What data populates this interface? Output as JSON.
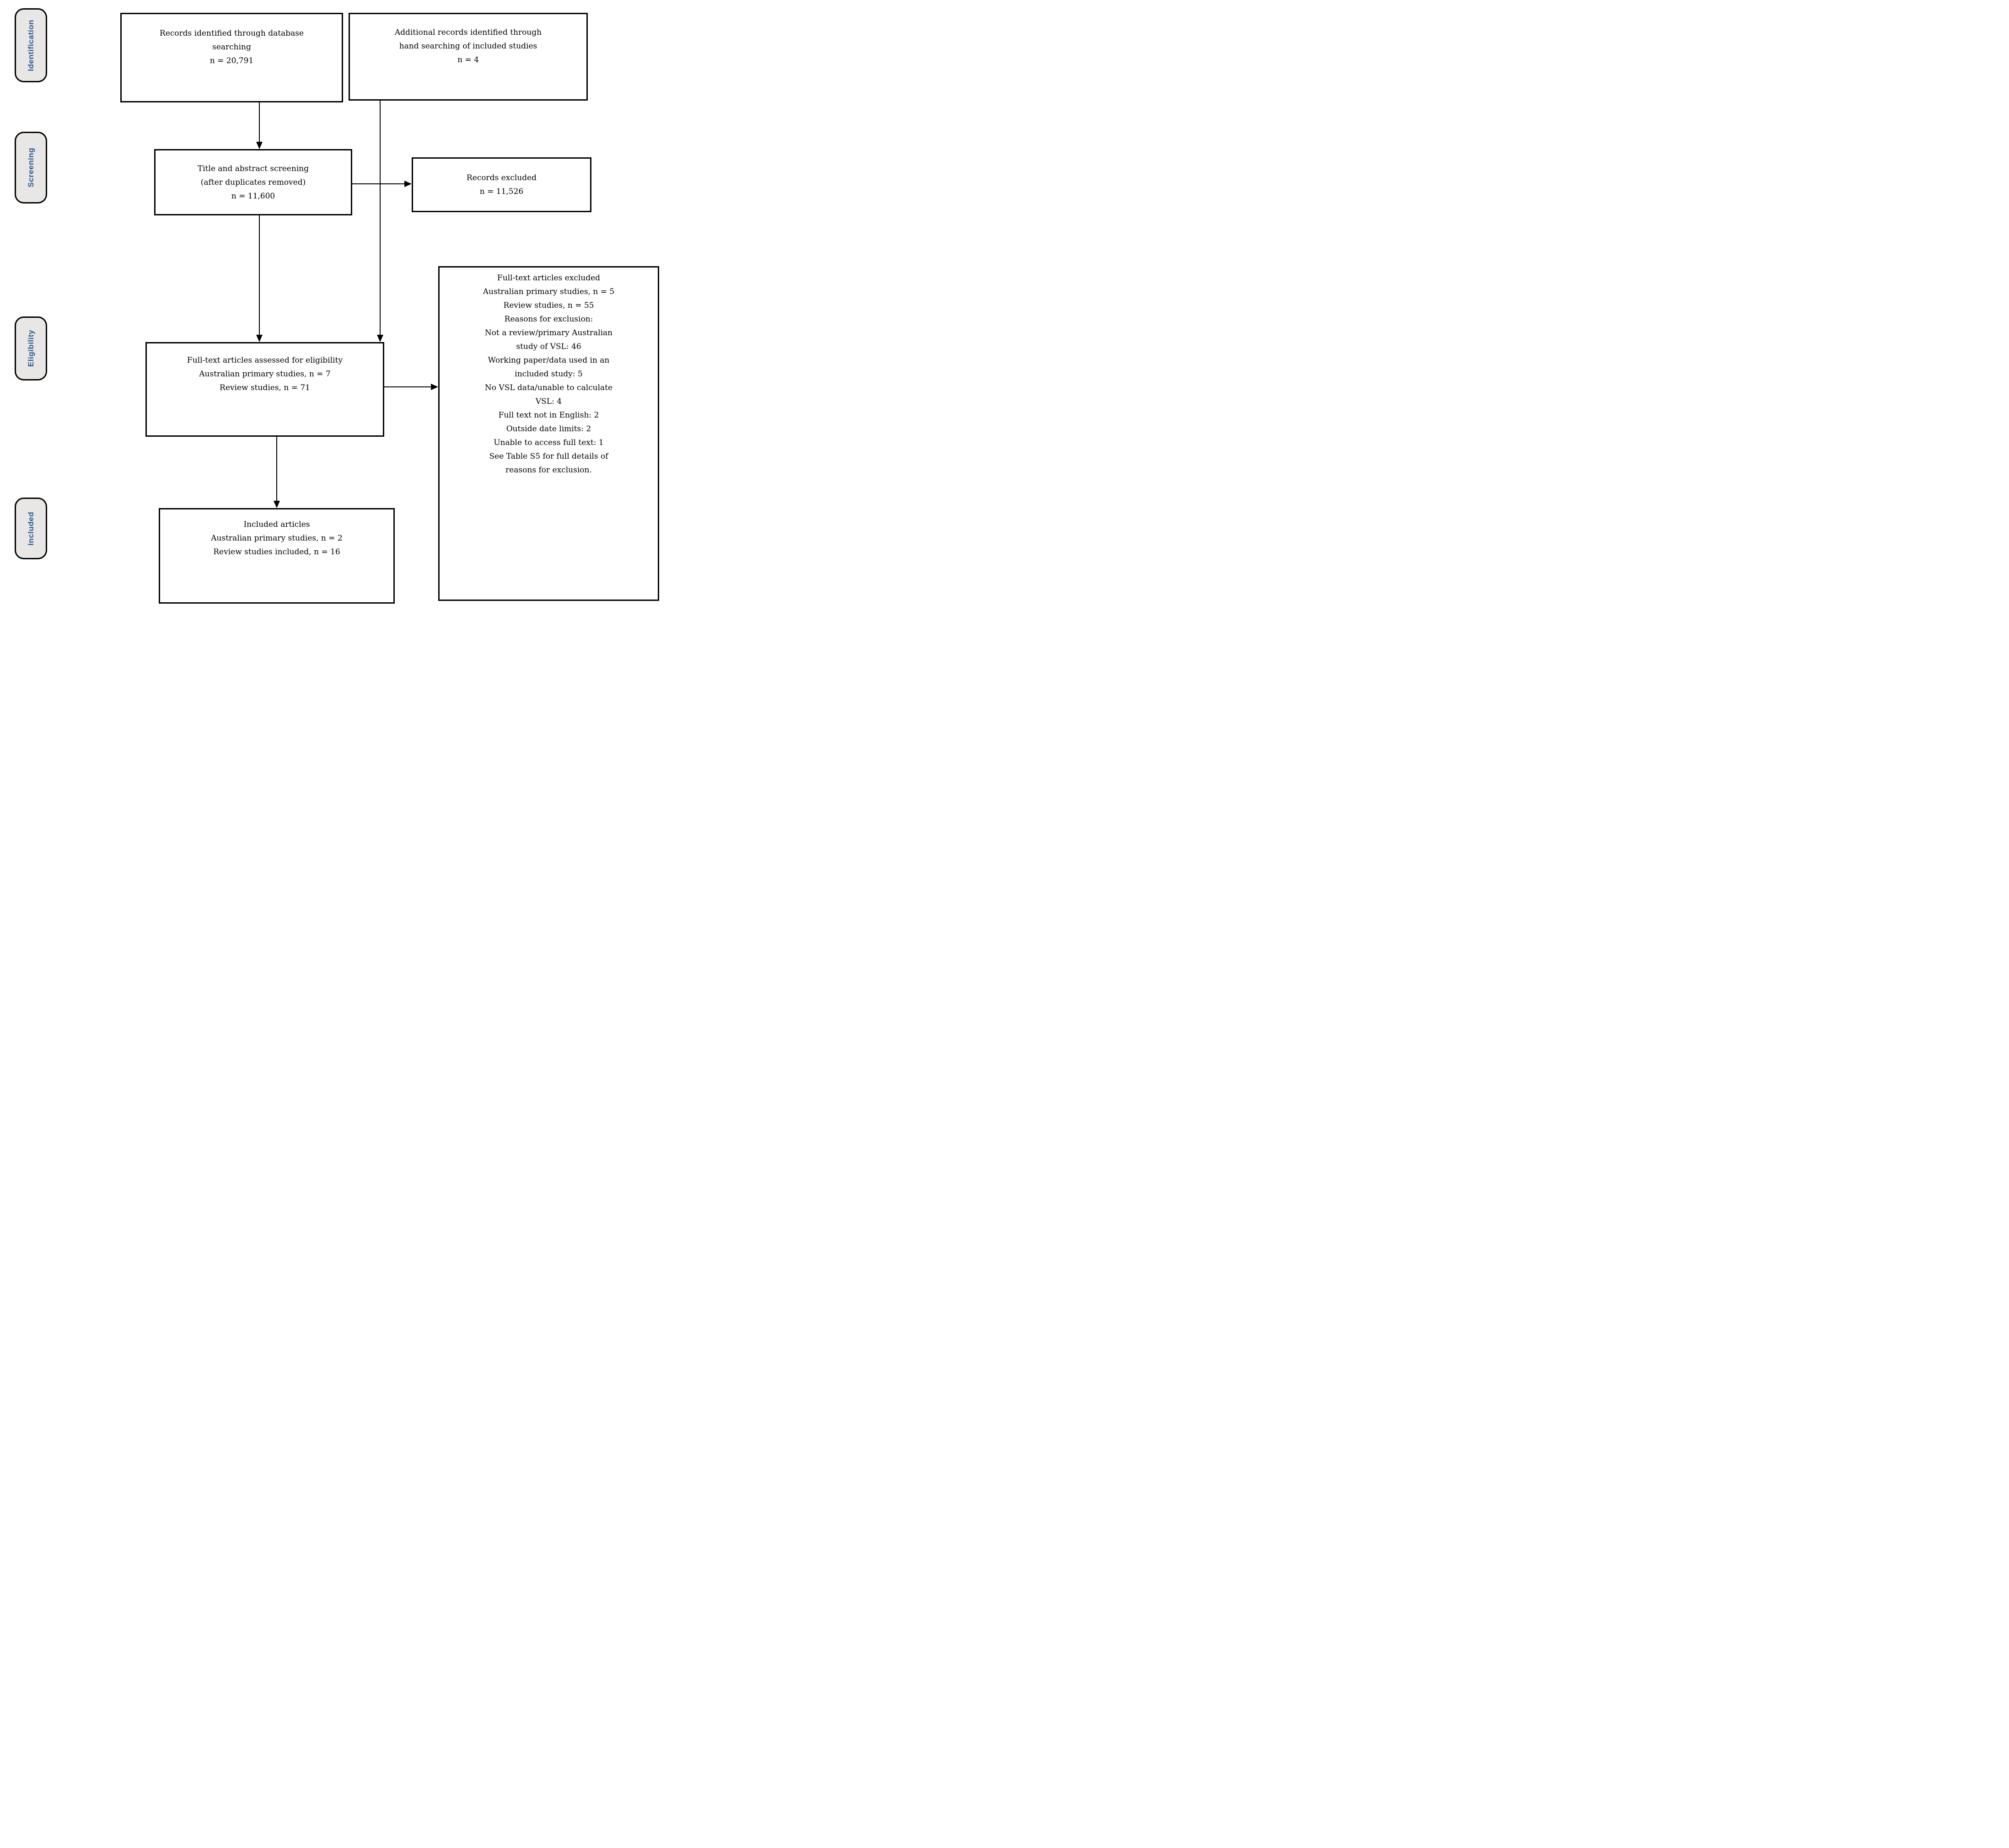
{
  "diagram": {
    "type": "PRISMA flow diagram",
    "colors": {
      "stage_label_text": "#2b5d94",
      "stage_label_bg": "#e8e7e5",
      "box_border": "#000000",
      "box_bg": "#ffffff"
    },
    "stages": [
      {
        "id": "identification",
        "label": "Identification"
      },
      {
        "id": "screening",
        "label": "Screening"
      },
      {
        "id": "eligibility",
        "label": "Eligibility"
      },
      {
        "id": "included",
        "label": "Included"
      }
    ],
    "boxes": {
      "db_search": {
        "lines": [
          "Records identified through database",
          "searching",
          "n = 20,791"
        ]
      },
      "hand_search": {
        "lines": [
          "Additional records identified through",
          "hand searching of included studies",
          "n = 4"
        ]
      },
      "screening": {
        "lines": [
          "Title and abstract screening",
          "(after duplicates removed)",
          "n = 11,600"
        ]
      },
      "records_excluded": {
        "lines": [
          "Records excluded",
          "n = 11,526"
        ]
      },
      "eligibility": {
        "lines": [
          "Full-text articles assessed for eligibility",
          "Australian primary studies, n = 7",
          "Review studies, n = 71"
        ]
      },
      "fulltext_excluded": {
        "lines": [
          "Full-text articles excluded",
          "Australian primary studies, n = 5",
          "Review studies, n = 55",
          "Reasons for exclusion:",
          "Not a review/primary Australian",
          "study of VSL: 46",
          "Working paper/data used in an",
          "included study: 5",
          "No VSL data/unable to calculate",
          "VSL: 4",
          "Full text not in English: 2",
          "Outside date limits: 2",
          "Unable to access full text: 1",
          "See Table S5 for full details of",
          "reasons for exclusion."
        ]
      },
      "included": {
        "lines": [
          "Included articles",
          "Australian primary studies, n = 2",
          "Review studies included, n = 16"
        ]
      }
    }
  }
}
